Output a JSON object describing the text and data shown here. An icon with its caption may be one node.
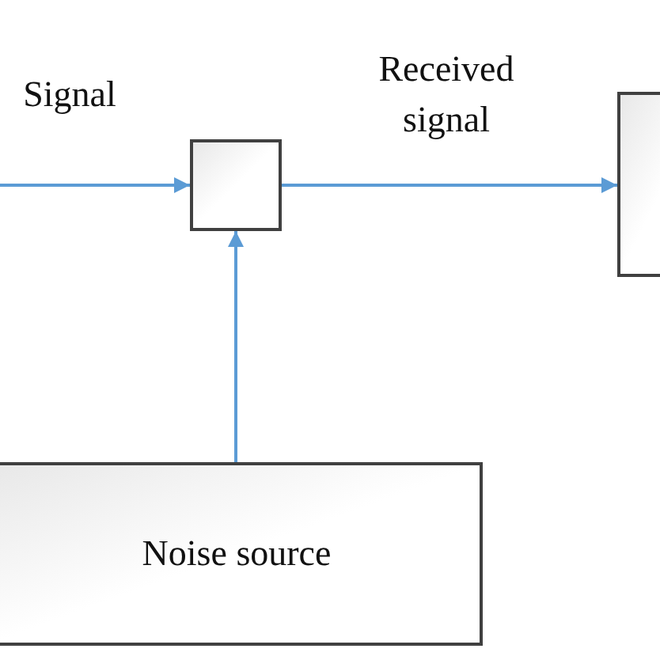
{
  "diagram": {
    "nodes": [
      {
        "text": [],
        "shape": "box"
      },
      {
        "text": [],
        "shape": "box"
      },
      {
        "text": [
          "Noise source"
        ]
      }
    ],
    "edges": [
      {
        "from": null,
        "to": 0,
        "arrow": "to",
        "label": "Signal"
      },
      {
        "from": 0,
        "to": 1,
        "arrow": "to",
        "label": "Received signal"
      },
      {
        "from": 2,
        "to": 0,
        "arrow": "to"
      }
    ]
  }
}
